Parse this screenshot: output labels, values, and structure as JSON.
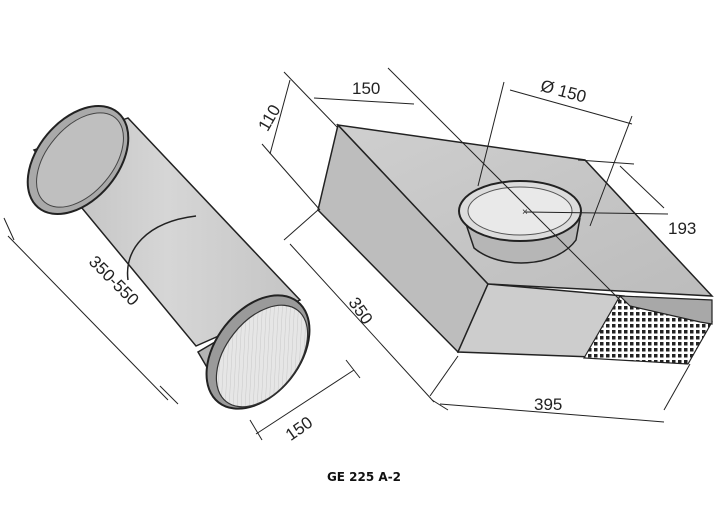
{
  "caption": "GE 225 A-2",
  "dimensions": {
    "duct_length": "350-550",
    "duct_end_diameter": "150",
    "box_height": "110",
    "box_width_top": "150",
    "outlet_diameter": "Ø 150",
    "outlet_offset": "193",
    "box_depth": "350",
    "box_length": "395"
  }
}
